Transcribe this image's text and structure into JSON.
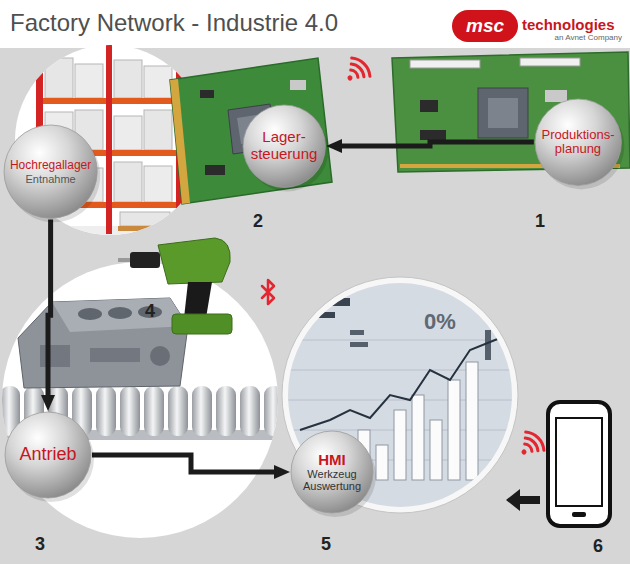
{
  "diagram": {
    "title": "Factory Network - Industrie 4.0",
    "nodes": [
      {
        "text": [
          "Hochregallager",
          "Entnahme"
        ]
      },
      {
        "text": [
          "Lager- steuerung"
        ]
      },
      {
        "text": [
          "Produktions- planung"
        ]
      },
      {
        "text": [
          "Antrieb"
        ]
      },
      {
        "text": [
          "HMI",
          "Werkzeug Auswertung"
        ]
      }
    ],
    "edges": [
      {
        "from": 2,
        "to": 1,
        "arrow": "to"
      },
      {
        "from": 0,
        "to": 3,
        "arrow": "to"
      },
      {
        "from": 3,
        "to": 4,
        "arrow": "to"
      }
    ],
    "labels": [
      "msc",
      "technologies",
      "an Avnet Company",
      "1",
      "2",
      "3",
      "4",
      "5",
      "6",
      "0%"
    ]
  }
}
